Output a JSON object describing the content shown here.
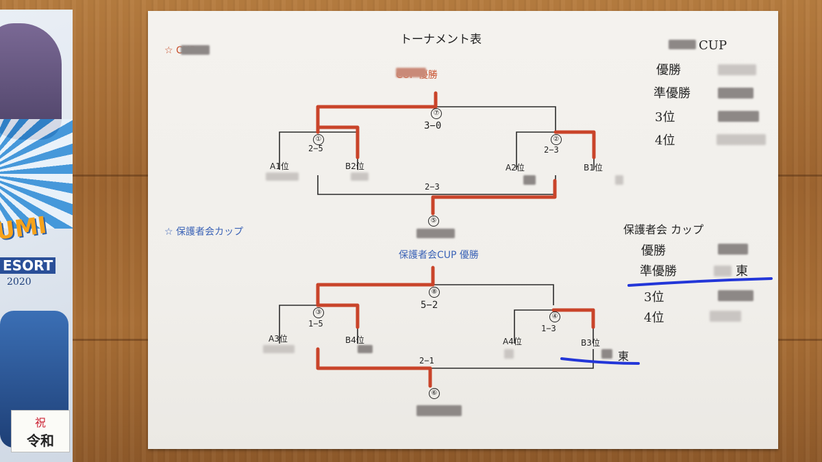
{
  "poster": {
    "logo_text": "UMI",
    "resort_text": "ESORT",
    "year": "2020",
    "tag_top": "祝",
    "tag_bottom": "令和"
  },
  "sheet": {
    "title": "トーナメント表",
    "section1": {
      "label": "☆ CUP",
      "winner_heading": "CUP 優勝",
      "final": {
        "num": "⑦",
        "score": "3−0"
      },
      "semi_left": {
        "num": "①",
        "score": "2−5"
      },
      "semi_right": {
        "num": "②",
        "score": "2−3"
      },
      "third": {
        "num": "⑤",
        "score": "2−3"
      },
      "teams": [
        "A1位",
        "B2位",
        "A2位",
        "B1位"
      ]
    },
    "section2": {
      "label": "☆ 保護者会カップ",
      "winner_heading": "保護者会CUP 優勝",
      "final": {
        "num": "⑧",
        "score": "5−2"
      },
      "semi_left": {
        "num": "③",
        "score": "1−5"
      },
      "semi_right": {
        "num": "④",
        "score": "1−3"
      },
      "third": {
        "num": "⑥",
        "score": "2−1"
      },
      "teams": [
        "A3位",
        "B4位",
        "A4位",
        "B3位"
      ],
      "b3_name": "東"
    }
  },
  "notes": {
    "cup": {
      "title": "CUP",
      "rows": [
        "優勝",
        "準優勝",
        "3位",
        "4位"
      ]
    },
    "hogosha": {
      "title": "保護者会 カップ",
      "rows": [
        "優勝",
        "準優勝",
        "3位",
        "4位"
      ],
      "runner_up_name": "東"
    }
  },
  "colors": {
    "bracket_red": "#c9442a",
    "underline_blue": "#2336d8"
  }
}
